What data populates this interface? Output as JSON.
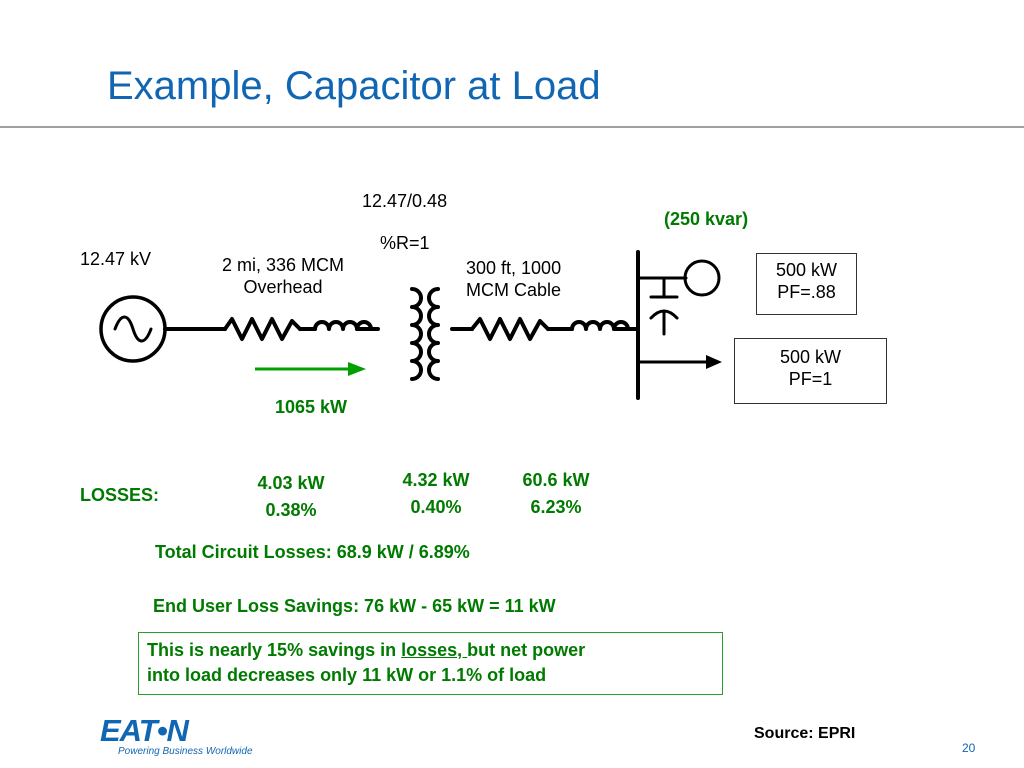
{
  "slide": {
    "title": "Example, Capacitor at Load",
    "page_number": "20",
    "source": "Source:  EPRI",
    "logo_text": "EA•N",
    "logo_t": "T",
    "tagline": "Powering Business Worldwide"
  },
  "diagram": {
    "source_voltage": "12.47 kV",
    "line_label_1": "2 mi, 336 MCM",
    "line_label_2": "Overhead",
    "transformer_ratio": "12.47/0.48",
    "transformer_r": "%R=1",
    "cable_label_1": "300 ft, 1000",
    "cable_label_2": "MCM Cable",
    "capacitor_rating": "(250 kvar)",
    "motor_load_1": "500 kW",
    "motor_load_2": "PF=.88",
    "resistive_load_1": "500 kW",
    "resistive_load_2": "PF=1",
    "power_flow": "1065 kW"
  },
  "losses": {
    "label": "LOSSES:",
    "line_kw": "4.03 kW",
    "line_pct": "0.38%",
    "transformer_kw": "4.32 kW",
    "transformer_pct": "0.40%",
    "cable_kw": "60.6 kW",
    "cable_pct": "6.23%"
  },
  "summary": {
    "total": "Total Circuit Losses:  68.9 kW / 6.89%",
    "savings": "End User Loss Savings:  76 kW -  65 kW =  11 kW",
    "note_part1": "This is nearly 15% savings in ",
    "note_underlined": "losses, ",
    "note_part2": " but net power",
    "note_line2": "into load decreases only 11 kW or 1.1% of load"
  },
  "colors": {
    "title_blue": "#1166b4",
    "green": "#007a00",
    "logo_blue": "#1166b4"
  }
}
